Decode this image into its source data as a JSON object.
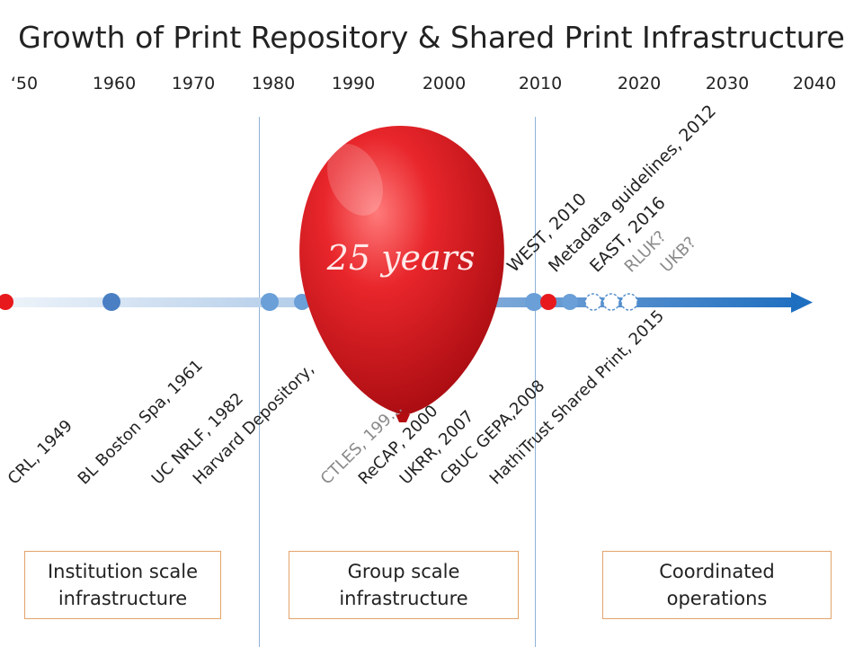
{
  "title": "Growth of Print Repository & Shared Print Infrastructure",
  "years": [
    "‘50",
    "1960",
    "1970",
    "1980",
    "1990",
    "2000",
    "2010",
    "2020",
    "2030",
    "2040"
  ],
  "balloon_text": "25 years",
  "events_above": [
    {
      "label": "WEST, 2010",
      "color": "#222222"
    },
    {
      "label": "Metadata guidelines, 2012",
      "color": "#222222"
    },
    {
      "label": "EAST, 2016",
      "color": "#222222"
    },
    {
      "label": "RLUK?",
      "color": "#8a8a8a"
    },
    {
      "label": "UKB?",
      "color": "#8a8a8a"
    }
  ],
  "events_below": [
    {
      "label": "CRL, 1949"
    },
    {
      "label": "BL Boston Spa, 1961"
    },
    {
      "label": "UC NRLF, 1982"
    },
    {
      "label": "Harvard Depository,"
    },
    {
      "label": "CTLES, 199..."
    },
    {
      "label": "ReCAP, 2000"
    },
    {
      "label": "UKRR, 2007"
    },
    {
      "label": "CBUC GEPA,2008"
    },
    {
      "label": "HathiTrust Shared Print, 2015"
    }
  ],
  "categories": [
    {
      "line1": "Institution scale",
      "line2": "infrastructure"
    },
    {
      "line1": "Group scale",
      "line2": "infrastructure"
    },
    {
      "line1": "Coordinated",
      "line2": "operations"
    }
  ],
  "colors": {
    "timeline_light": "#d8e6f3",
    "timeline_mid": "#8fb4db",
    "timeline_dark": "#1f6fc0",
    "dot_blue": "#5b8fcf",
    "dot_red": "#e8191c",
    "balloon": "#d8141a",
    "box_border": "#e3a36b",
    "vertical_line": "#8fb3d6"
  }
}
